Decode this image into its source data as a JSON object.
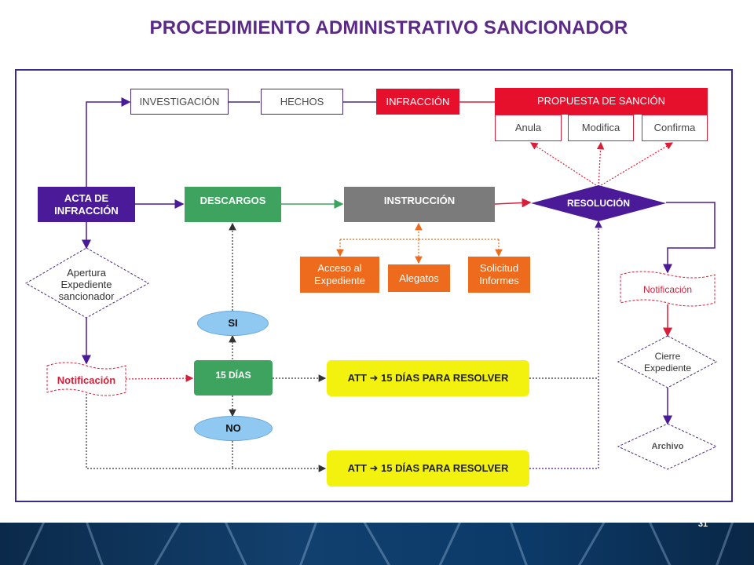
{
  "title": "PROCEDIMIENTO ADMINISTRATIVO SANCIONADOR",
  "nodes": {
    "investigacion": "INVESTIGACIÓN",
    "hechos": "HECHOS",
    "infraccion": "INFRACCIÓN",
    "propuesta": "PROPUESTA  DE  SANCIÓN",
    "anula": "Anula",
    "modifica": "Modifica",
    "confirma": "Confirma",
    "acta_line1": "ACTA DE",
    "acta_line2": "INFRACCIÓN",
    "descargos": "DESCARGOS",
    "instruccion": "INSTRUCCIÓN",
    "resolucion": "RESOLUCIÓN",
    "apertura_line1": "Apertura",
    "apertura_line2": "Expediente",
    "apertura_line3": "sancionador",
    "acceso_line1": "Acceso al",
    "acceso_line2": "Expediente",
    "alegatos": "Alegatos",
    "solicitud_line1": "Solicitud",
    "solicitud_line2": "Informes",
    "si": "SI",
    "no": "NO",
    "quince_dias": "15 DÍAS",
    "notificacion_left": "Notificación",
    "notificacion_right": "Notificación",
    "att_top": "ATT  ➜  15 DÍAS PARA RESOLVER",
    "att_bottom": "ATT  ➜  15 DÍAS PARA RESOLVER",
    "cierre_line1": "Cierre",
    "cierre_line2": "Expediente",
    "archivo": "Archivo"
  },
  "page_number": "31",
  "colors": {
    "title": "#5a2a86",
    "purple": "#4a1a99",
    "red": "#e6102d",
    "green": "#3ea35f",
    "gray": "#7b7b7b",
    "orange": "#ee6a1c",
    "yellow": "#f2f20e",
    "blue": "#8fc8f0"
  }
}
